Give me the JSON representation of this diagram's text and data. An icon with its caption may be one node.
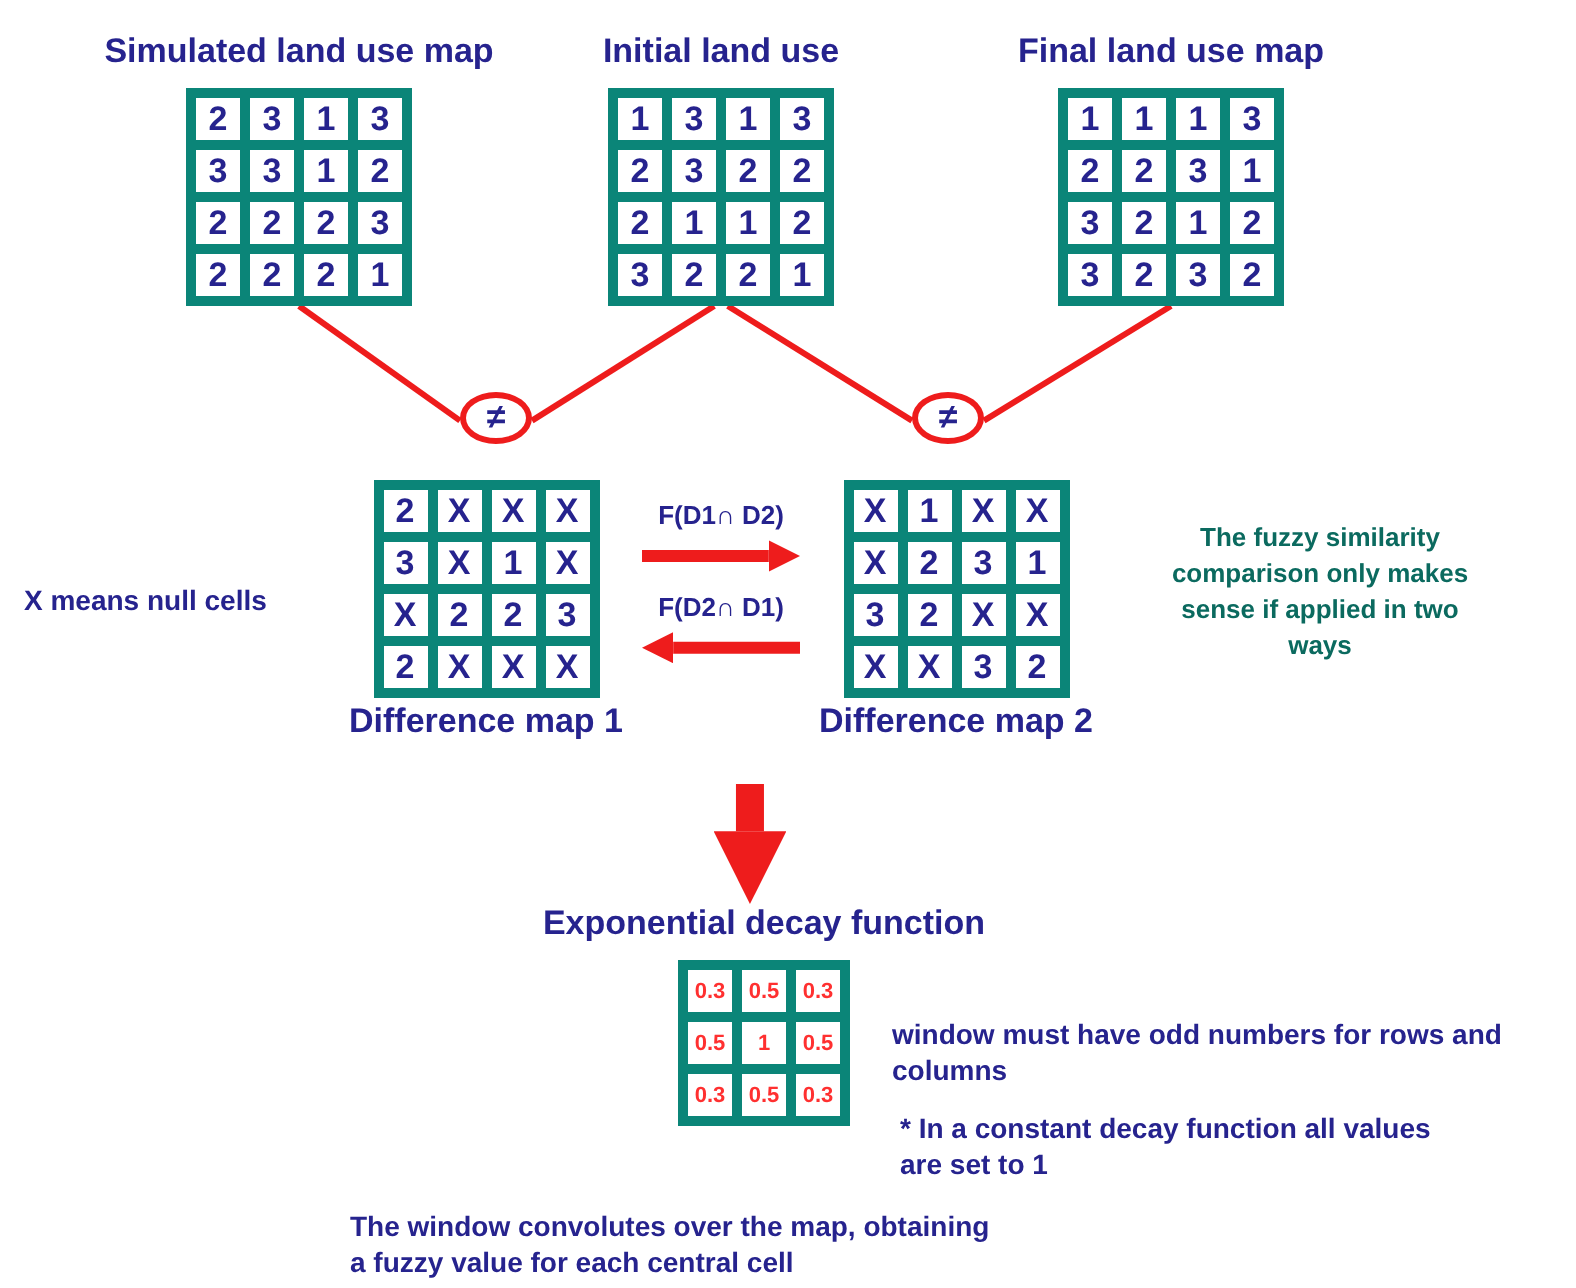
{
  "diagram": {
    "nodes": [
      {
        "text": [
          "Simulated land use map",
          "2",
          "3",
          "1",
          "3",
          "3",
          "3",
          "1",
          "2",
          "2",
          "2",
          "2",
          "3",
          "2",
          "2",
          "2",
          "1"
        ]
      },
      {
        "text": [
          "Initial land use",
          "1",
          "3",
          "1",
          "3",
          "2",
          "3",
          "2",
          "2",
          "2",
          "1",
          "1",
          "2",
          "3",
          "2",
          "2",
          "1"
        ]
      },
      {
        "text": [
          "Final land use map",
          "1",
          "1",
          "1",
          "3",
          "2",
          "2",
          "3",
          "1",
          "3",
          "2",
          "1",
          "2",
          "3",
          "2",
          "3",
          "2"
        ]
      },
      {
        "text": [
          "≠"
        ]
      },
      {
        "text": [
          "≠"
        ]
      },
      {
        "text": [
          "2",
          "X",
          "X",
          "X",
          "3",
          "X",
          "1",
          "X",
          "X",
          "2",
          "2",
          "3",
          "2",
          "X",
          "X",
          "X",
          "Difference map 1"
        ]
      },
      {
        "text": [
          "X",
          "1",
          "X",
          "X",
          "X",
          "2",
          "3",
          "1",
          "3",
          "2",
          "X",
          "X",
          "X",
          "X",
          "3",
          "2",
          "Difference map 2"
        ]
      },
      {
        "text": [
          "Exponential decay function",
          "0.3",
          "0.5",
          "0.3",
          "0.5",
          "1",
          "0.5",
          "0.3",
          "0.5",
          "0.3"
        ]
      }
    ],
    "edges": [
      {
        "from": 0,
        "to": 3,
        "arrow": "none"
      },
      {
        "from": 3,
        "to": 1,
        "arrow": "none"
      },
      {
        "from": 1,
        "to": 4,
        "arrow": "none"
      },
      {
        "from": 4,
        "to": 2,
        "arrow": "none"
      },
      {
        "from": 5,
        "to": 6,
        "arrow": "to",
        "label": "F(D1∩ D2)",
        "style": "thick"
      },
      {
        "from": 6,
        "to": 5,
        "arrow": "to",
        "label": "F(D2∩ D1)",
        "style": "thick"
      },
      {
        "from": null,
        "to": 7,
        "arrow": "to",
        "style": "thick"
      }
    ],
    "labels": [
      "X means null cells",
      "The fuzzy similarity comparison only makes sense if applied in two ways",
      "window must have odd numbers for rows and columns",
      "* In a constant decay function all values are set to 1",
      "The window convolutes over the map, obtaining a fuzzy value for each central cell"
    ]
  }
}
